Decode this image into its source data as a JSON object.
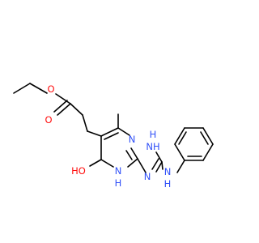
{
  "molecule": {
    "atom_labels": {
      "ester_ether_o": "O",
      "carbonyl_o": "O",
      "ring_n3": "N",
      "ring_n1h": "N",
      "ring_n1h_h": "H",
      "lactam_o": "HO",
      "imine_nh": "NH",
      "imine_h": "H",
      "guanidine_n": "N",
      "anilino_n": "N",
      "anilino_h": "H"
    },
    "colors": {
      "bond": "#000000",
      "oxygen": "#ff0d0d",
      "nitrogen": "#3050f8",
      "background": "#ffffff"
    }
  }
}
